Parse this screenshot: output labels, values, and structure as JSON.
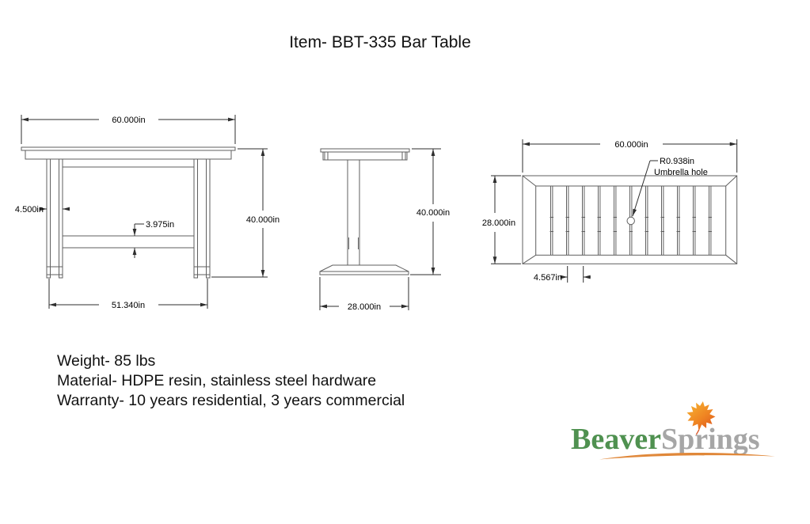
{
  "title": "Item- BBT-335 Bar Table",
  "views": {
    "front": {
      "dims": {
        "top_width": "60.000in",
        "leg_width": "4.500in",
        "stretcher_thickness": "3.975in",
        "height": "40.000in",
        "base_span": "51.340in"
      }
    },
    "side": {
      "dims": {
        "height": "40.000in",
        "depth": "28.000in"
      }
    },
    "top": {
      "dims": {
        "width": "60.000in",
        "depth": "28.000in",
        "slat_width": "4.567in",
        "hole_radius": "R0.938in",
        "hole_label": "Umbrella hole"
      }
    }
  },
  "specs": {
    "weight": "Weight- 85 lbs",
    "material": "Material- HDPE resin, stainless steel hardware",
    "warranty": "Warranty- 10 years residential, 3 years commercial"
  },
  "logo": {
    "brand_part1": "Beaver",
    "brand_part2": "Springs",
    "colors": {
      "green": "#4f9150",
      "gray": "#a6a6a6",
      "swoosh_orange": "#e0883a",
      "leaf_light": "#f7b733",
      "leaf_dark": "#d94f1e"
    }
  },
  "drawing": {
    "object_line_color": "#5f5f5f",
    "dimension_line_color": "#2e2e2e"
  }
}
